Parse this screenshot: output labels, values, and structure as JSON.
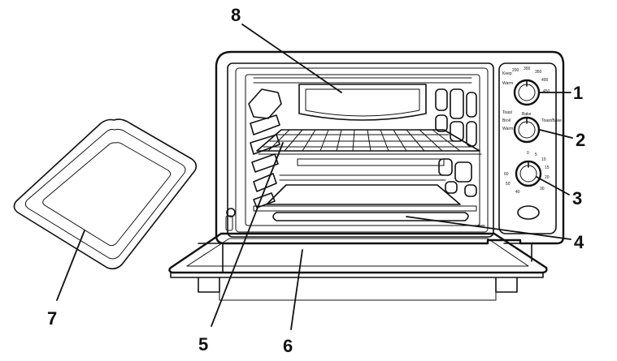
{
  "callouts": [
    {
      "id": "1",
      "label": "1"
    },
    {
      "id": "2",
      "label": "2"
    },
    {
      "id": "3",
      "label": "3"
    },
    {
      "id": "4",
      "label": "4"
    },
    {
      "id": "5",
      "label": "5"
    },
    {
      "id": "6",
      "label": "6"
    },
    {
      "id": "7",
      "label": "7"
    },
    {
      "id": "8",
      "label": "8"
    }
  ],
  "dials": {
    "temperature": {
      "marks": [
        "Keep",
        "200",
        "300",
        "350",
        "400",
        "450",
        "Warm"
      ]
    },
    "function": {
      "marks": [
        "Bake",
        "Toast",
        "Broil",
        "Toast/Bake",
        "Warm"
      ]
    },
    "timer": {
      "marks": [
        "60",
        "50",
        "40",
        "30",
        "20",
        "15",
        "10",
        "5",
        "0"
      ]
    }
  }
}
